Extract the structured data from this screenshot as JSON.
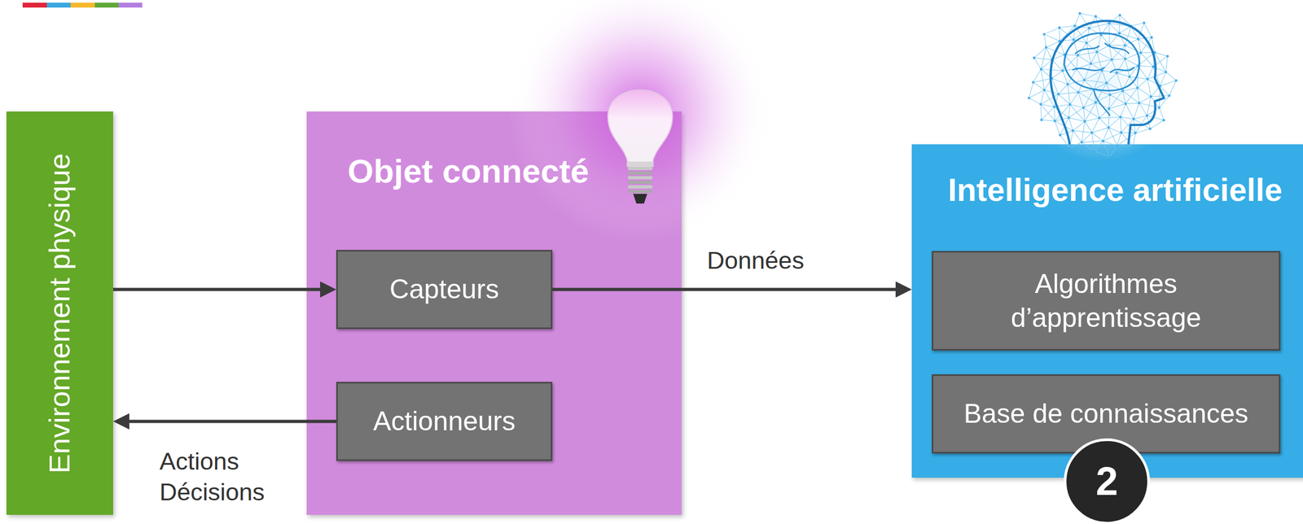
{
  "diagram": {
    "nodes": [
      {
        "text": [
          "Environnement physique"
        ]
      },
      {
        "text": [
          "Objet connecté"
        ]
      },
      {
        "text": [
          "Capteurs"
        ],
        "in": 1
      },
      {
        "text": [
          "Actionneurs"
        ],
        "in": 1
      },
      {
        "text": [
          "Intelligence artificielle"
        ]
      },
      {
        "text": [
          "Algorithmes d’apprentissage"
        ],
        "in": 4
      },
      {
        "text": [
          "Base de connaissances"
        ],
        "in": 4
      },
      {
        "text": [
          "2"
        ]
      }
    ],
    "edges": [
      {
        "from": 0,
        "to": 2,
        "arrow": "to"
      },
      {
        "from": 2,
        "to": 4,
        "label": "Données",
        "arrow": "to"
      },
      {
        "from": 3,
        "to": 0,
        "label": "Actions Décisions",
        "arrow": "to"
      }
    ]
  }
}
